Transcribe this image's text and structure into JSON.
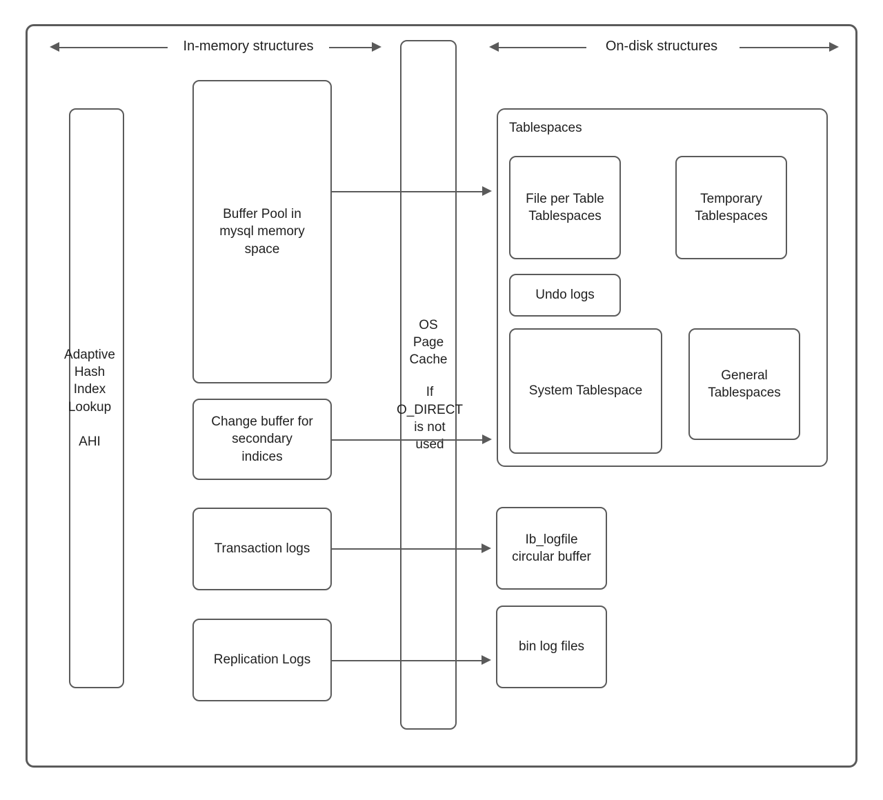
{
  "diagram": {
    "title_bands": [
      {
        "key": "in_memory",
        "label": "In-memory structures"
      },
      {
        "key": "on_disk",
        "label": "On-disk structures"
      }
    ],
    "colors": {
      "stroke": "#5a5a5a",
      "text": "#1f1f1f",
      "background": "#ffffff"
    },
    "in_memory": {
      "ahi": "Adaptive\nHash\nIndex\nLookup\n\nAHI",
      "buffer_pool": "Buffer Pool in\nmysql memory\nspace",
      "change_buffer": "Change buffer for\nsecondary\nindices",
      "transaction_logs": "Transaction logs",
      "replication_logs": "Replication Logs"
    },
    "middle": {
      "os_page_cache": "OS\nPage\nCache",
      "os_page_cache_note": "If\nO_DIRECT\nis not\nused"
    },
    "on_disk": {
      "tablespaces_group": "Tablespaces",
      "file_per_table": "File per Table\nTablespaces",
      "temporary": "Temporary\nTablespaces",
      "undo_logs": "Undo logs",
      "system_tablespace": "System Tablespace",
      "general_tablespaces": "General\nTablespaces",
      "ib_logfile": "Ib_logfile\ncircular buffer",
      "bin_log_files": "bin log files"
    },
    "connections": [
      {
        "from": "buffer_pool",
        "to": "file_per_table",
        "style": "arrow-right"
      },
      {
        "from": "change_buffer",
        "to": "system_tablespace",
        "style": "arrow-right"
      },
      {
        "from": "transaction_logs",
        "to": "ib_logfile",
        "style": "arrow-right"
      },
      {
        "from": "replication_logs",
        "to": "bin_log_files",
        "style": "arrow-right"
      }
    ]
  }
}
